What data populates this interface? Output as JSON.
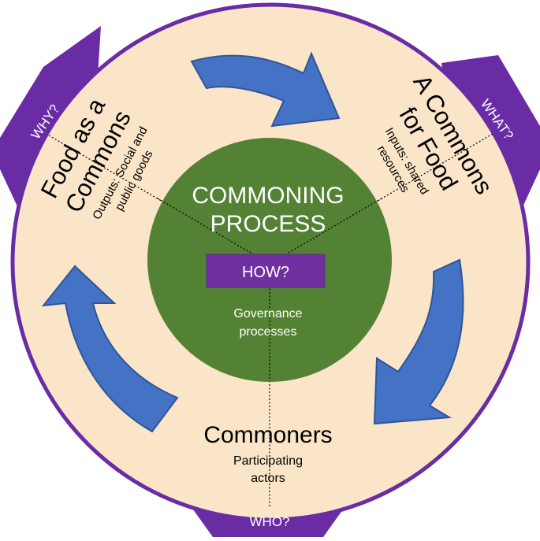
{
  "center": {
    "title_line1": "COMMONING",
    "title_line2": "PROCESS",
    "how_label": "HOW?",
    "caption_line1": "Governance",
    "caption_line2": "processes"
  },
  "left_section": {
    "title_line1": "Food as a",
    "title_line2": "Commons",
    "subtitle_line1": "Outputs: Social and",
    "subtitle_line2": "public goods"
  },
  "right_section": {
    "title_line1": "A Commons",
    "title_line2": "for Food",
    "subtitle_line1": "Inputs: shared",
    "subtitle_line2": "resources"
  },
  "bottom_section": {
    "title": "Commoners",
    "subtitle_line1": "Participating",
    "subtitle_line2": "actors"
  },
  "tabs": {
    "why": "WHY?",
    "what": "WHAT?",
    "who": "WHO?"
  },
  "colors": {
    "outer_fill": "#fbe5c8",
    "outer_border": "#6a2ca5",
    "tab_fill": "#6a2ca5",
    "inner_fill": "#548235",
    "arrow_fill": "#4472c4",
    "arrow_border": "#2f5597",
    "how_box_fill": "#7030a0"
  }
}
